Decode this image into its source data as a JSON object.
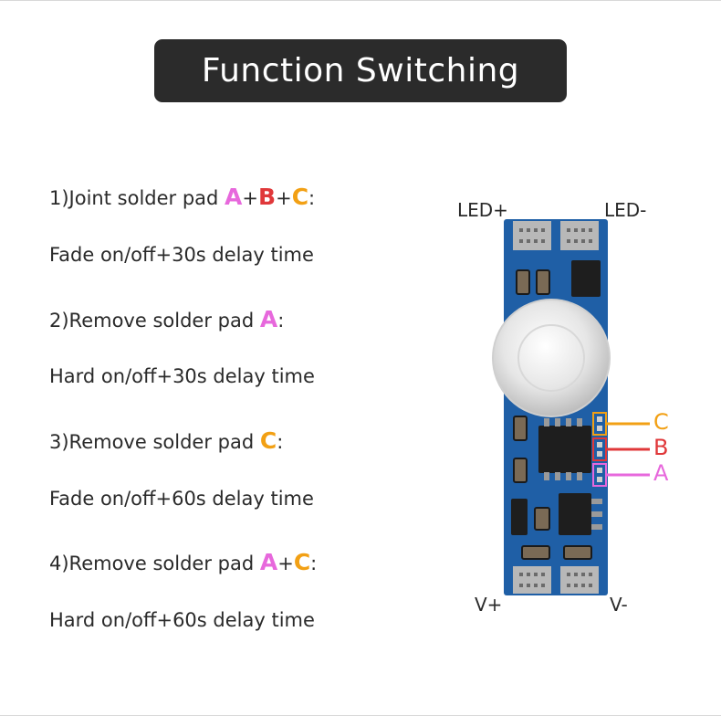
{
  "title": "Function Switching",
  "colors": {
    "A": "#e768dc",
    "B": "#e0383a",
    "C": "#f2a014",
    "title_bg": "#2b2b2b",
    "board": "#1f5fa6"
  },
  "instructions": [
    {
      "heading_prefix": "1)Joint solder pad ",
      "pads": [
        "A",
        "+",
        "B",
        "+",
        "C"
      ],
      "heading_suffix": ":",
      "description": "Fade on/off+30s delay time"
    },
    {
      "heading_prefix": "2)Remove solder pad ",
      "pads": [
        "A"
      ],
      "heading_suffix": ":",
      "description": "Hard on/off+30s delay time"
    },
    {
      "heading_prefix": "3)Remove solder pad ",
      "pads": [
        "C"
      ],
      "heading_suffix": ":",
      "description": "Fade on/off+60s delay time"
    },
    {
      "heading_prefix": "4)Remove solder pad ",
      "pads": [
        "A",
        "+",
        "C"
      ],
      "heading_suffix": ":",
      "description": "Hard on/off+60s delay time"
    }
  ],
  "board": {
    "top_left_label": "LED+",
    "top_right_label": "LED-",
    "bottom_left_label": "V+",
    "bottom_right_label": "V-",
    "callouts": [
      "C",
      "B",
      "A"
    ]
  }
}
